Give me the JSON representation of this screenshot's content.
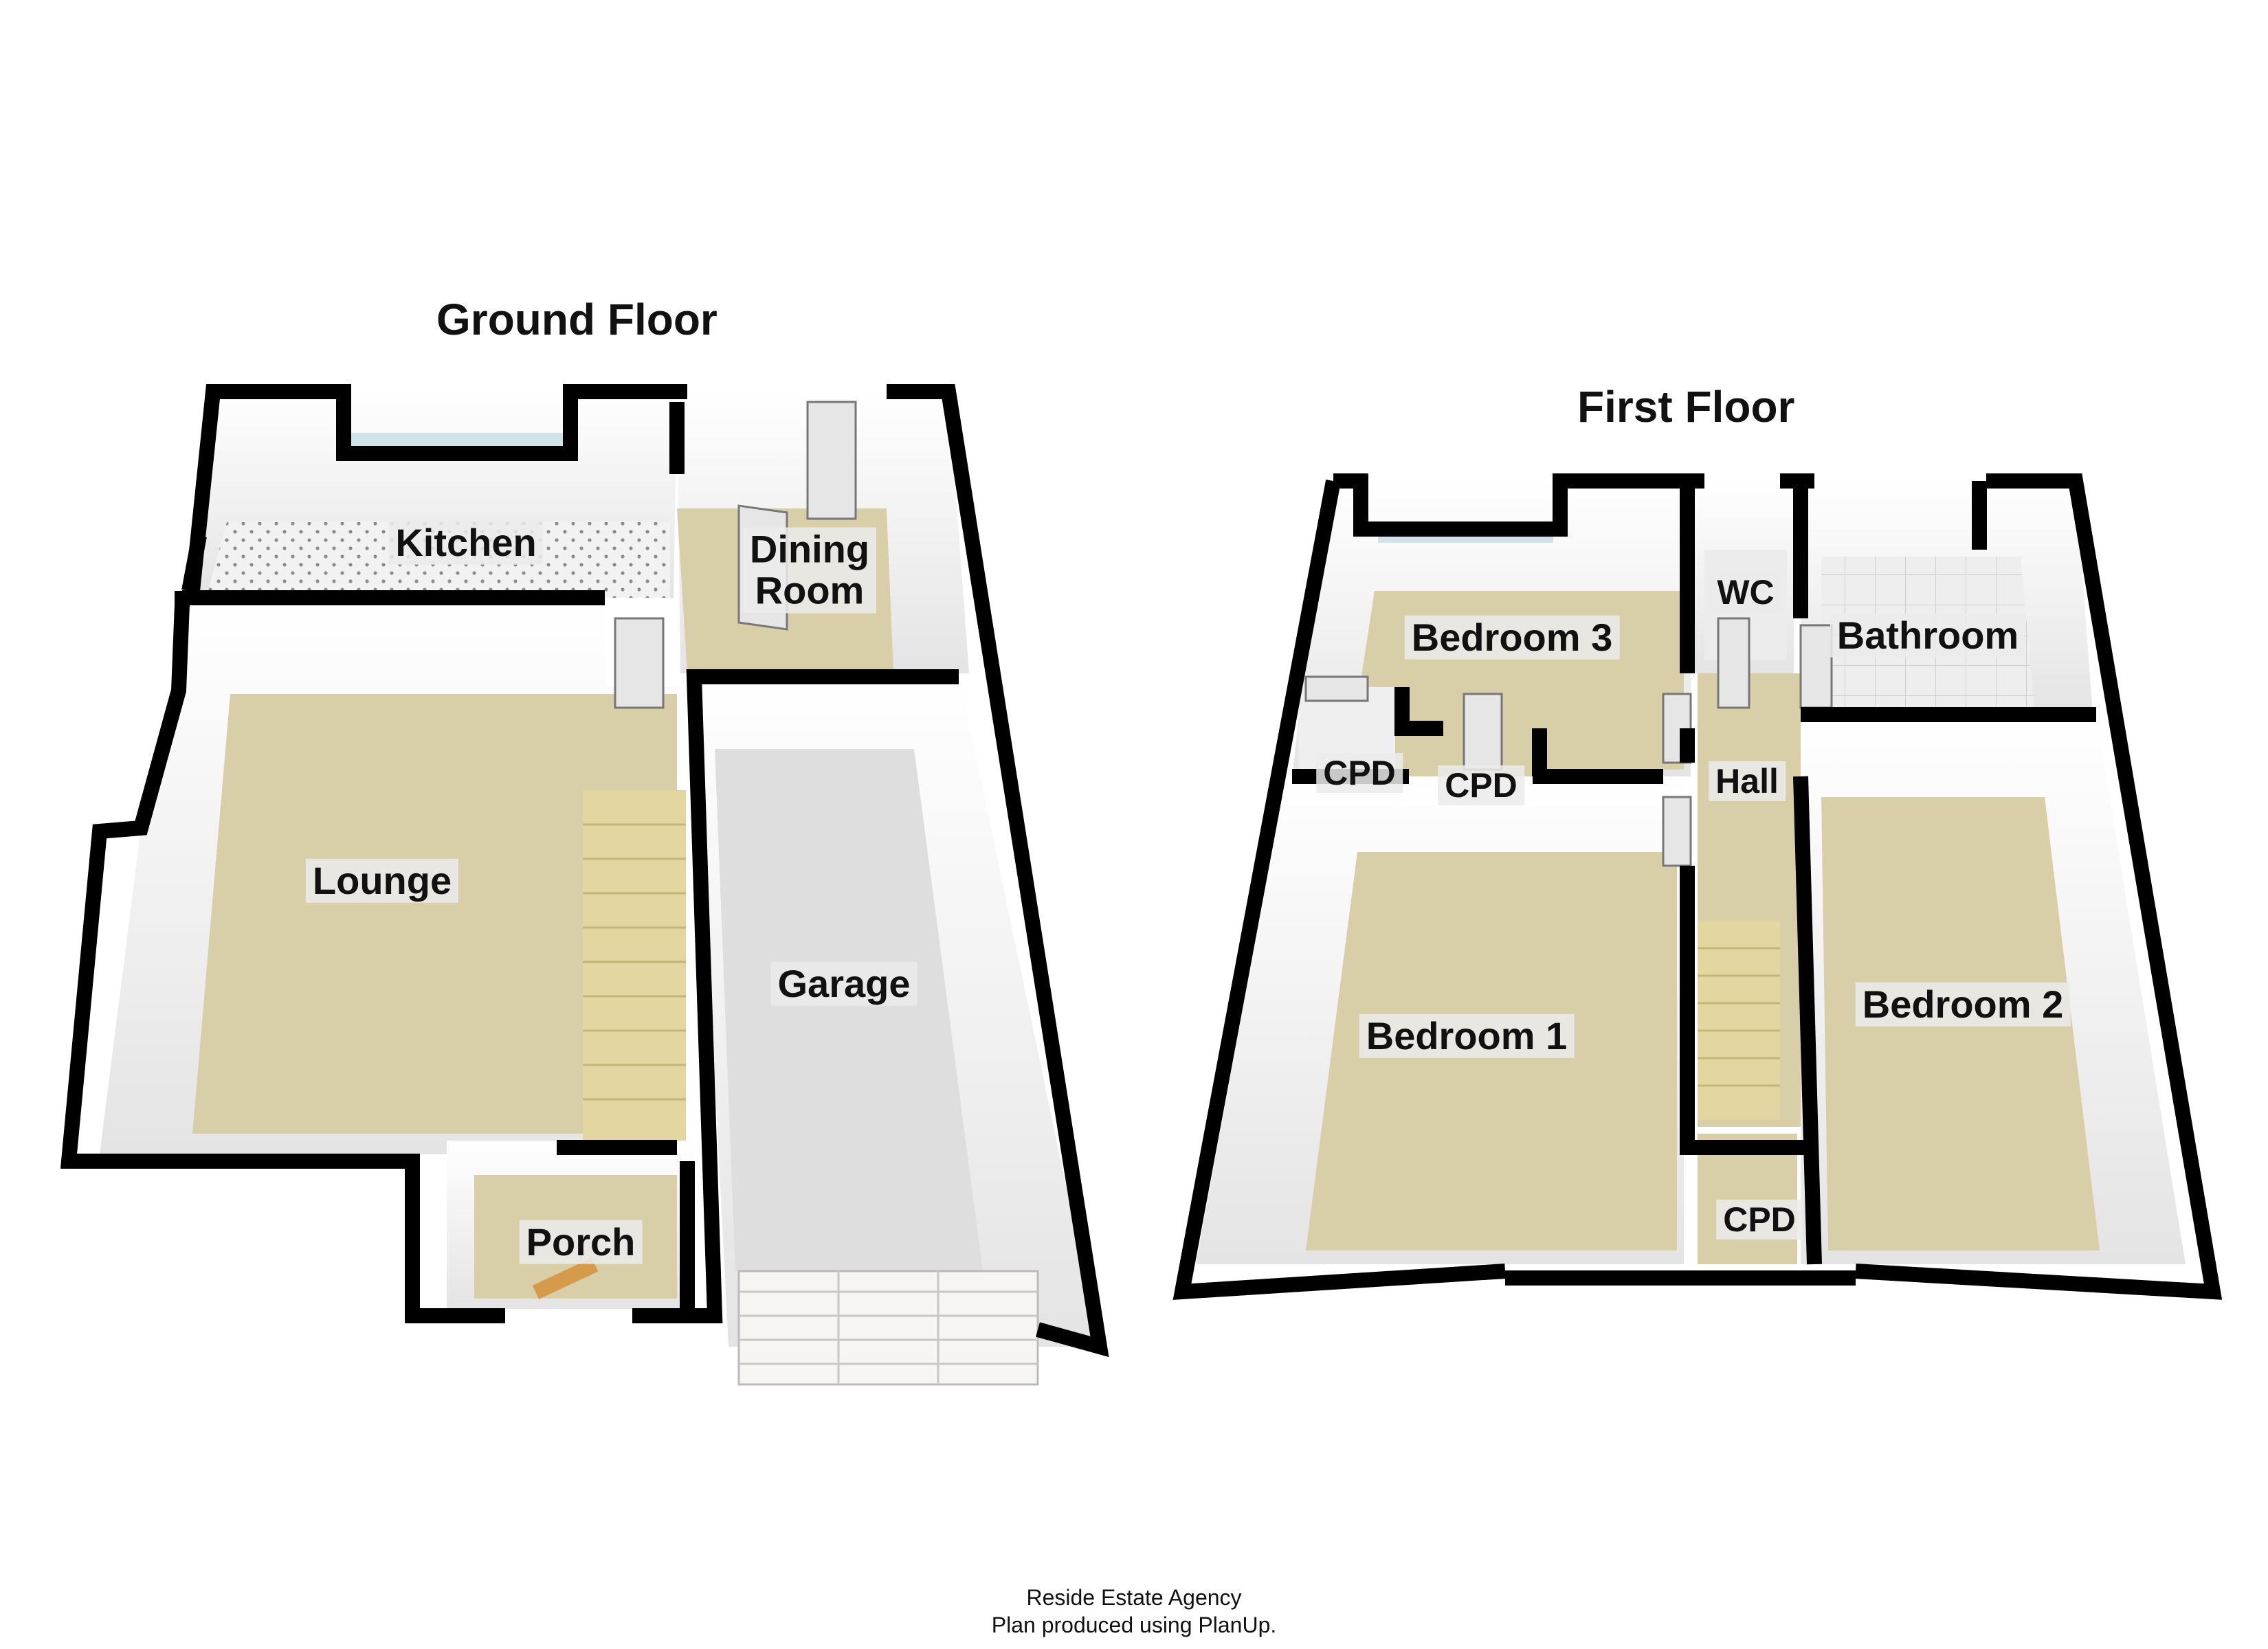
{
  "floors": {
    "ground": {
      "title": "Ground Floor",
      "rooms": {
        "kitchen": "Kitchen",
        "dining_line1": "Dining",
        "dining_line2": "Room",
        "lounge": "Lounge",
        "garage": "Garage",
        "porch": "Porch"
      }
    },
    "first": {
      "title": "First Floor",
      "rooms": {
        "bedroom3": "Bedroom 3",
        "wc": "WC",
        "bathroom": "Bathroom",
        "cpd_left": "CPD",
        "cpd_mid": "CPD",
        "hall": "Hall",
        "bedroom1": "Bedroom 1",
        "bedroom2": "Bedroom 2",
        "cpd_bottom": "CPD"
      }
    }
  },
  "footer": {
    "line1": "Reside Estate Agency",
    "line2": "Plan produced using PlanUp."
  },
  "colors": {
    "wall": "#000000",
    "wall_face": "#f4f4f4",
    "carpet": "#d8cfa8",
    "garage_floor": "#dedede",
    "bath_tile": "#ececec",
    "window": "#cfe3e8",
    "door": "#e6e6e6",
    "stairs": "#e3d6a0"
  }
}
